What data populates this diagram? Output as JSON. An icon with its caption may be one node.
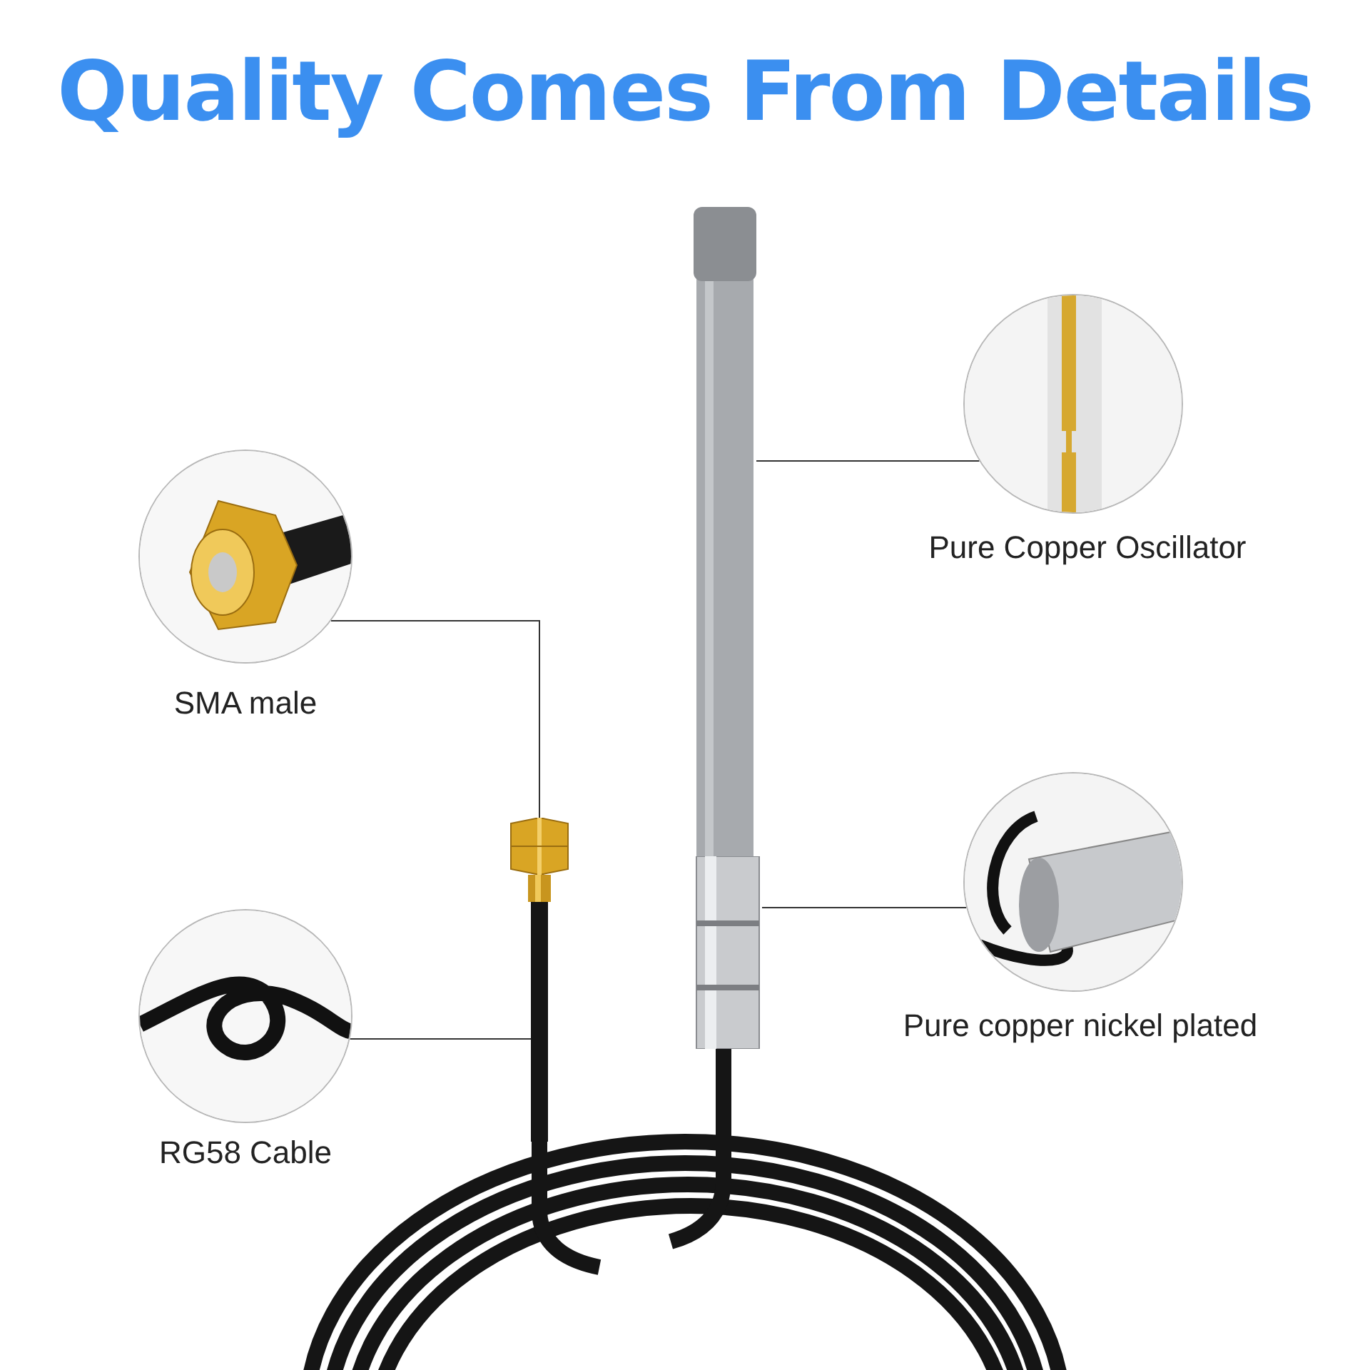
{
  "diagram": {
    "title": "Quality Comes From Details",
    "nodes": [
      {
        "text": [
          "SMA male"
        ]
      },
      {
        "text": [
          "RG58 Cable"
        ]
      },
      {
        "text": [
          "Pure Copper Oscillator"
        ]
      },
      {
        "text": [
          "Pure copper nickel plated"
        ]
      },
      {
        "text": [],
        "shape": "picture"
      },
      {
        "text": [],
        "shape": "bar"
      },
      {
        "text": [],
        "shape": "picture"
      },
      {
        "text": [],
        "shape": "picture"
      }
    ],
    "edges": [
      {
        "from": 0,
        "to": 4,
        "arrow": "none"
      },
      {
        "from": 1,
        "to": 5,
        "arrow": "none"
      },
      {
        "from": 6,
        "to": 2,
        "arrow": "none"
      },
      {
        "from": 7,
        "to": 3,
        "arrow": "none"
      }
    ]
  }
}
